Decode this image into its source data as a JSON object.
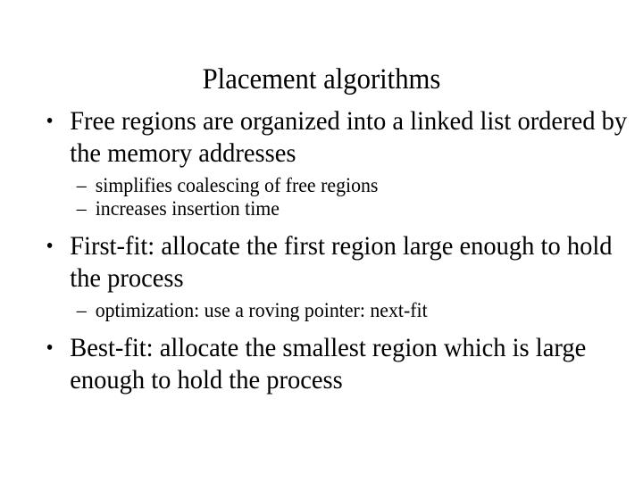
{
  "slide": {
    "title": "Placement algorithms",
    "background_color": "#ffffff",
    "text_color": "#000000",
    "bullet_glyph": "•",
    "subbullet_glyph": "–",
    "content": [
      {
        "level": 1,
        "text": "Free regions are organized into a linked list ordered by the memory addresses"
      },
      {
        "level": 2,
        "text": "simplifies coalescing of free regions"
      },
      {
        "level": 2,
        "text": "increases insertion time"
      },
      {
        "level": 1,
        "text": "First-fit: allocate the first region large enough to hold the process"
      },
      {
        "level": 2,
        "text": "optimization: use a roving pointer: next-fit"
      },
      {
        "level": 1,
        "text": "Best-fit: allocate the smallest region which is large enough to hold the process"
      }
    ]
  }
}
